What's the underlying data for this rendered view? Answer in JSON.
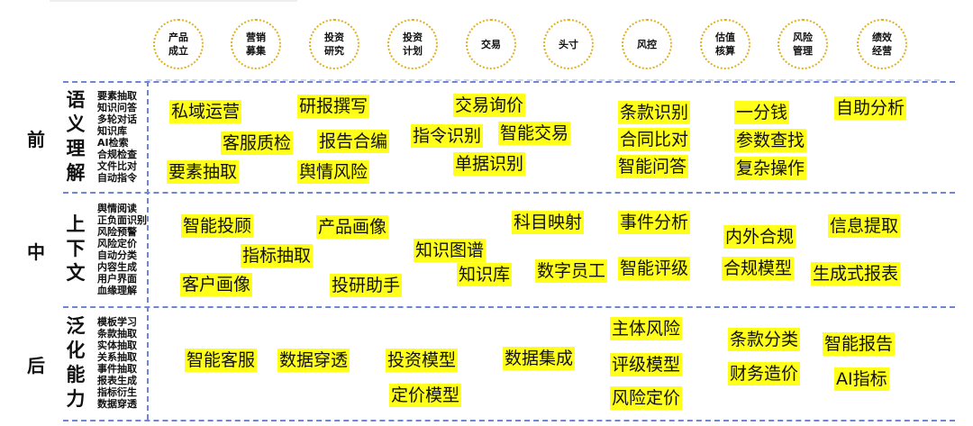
{
  "processes": [
    "产品\n成立",
    "营销\n募集",
    "投资\n研究",
    "投资\n计划",
    "交易",
    "头寸",
    "风控",
    "估值\n核算",
    "风险\n管理",
    "绩效\n经营"
  ],
  "rows": [
    {
      "stage": "前",
      "category": "语义理解",
      "subs": [
        "要素抽取",
        "知识问答",
        "多轮对话",
        "知识库",
        "AI检索",
        "合规检查",
        "文件比对",
        "自动指令"
      ],
      "tags": [
        "私域运营",
        "研报撰写",
        "交易询价",
        "条款识别",
        "一分钱",
        "自助分析",
        "客服质检",
        "报告合编",
        "指令识别",
        "智能交易",
        "合同比对",
        "参数查找",
        "要素抽取",
        "舆情风险",
        "单据识别",
        "智能问答",
        "复杂操作"
      ]
    },
    {
      "stage": "中",
      "category": "上下文",
      "subs": [
        "舆情阅读",
        "正负面识别",
        "风险预警",
        "风险定价",
        "自动分类",
        "内容生成",
        "用户界面",
        "血缘理解"
      ],
      "tags": [
        "智能投顾",
        "产品画像",
        "科目映射",
        "事件分析",
        "内外合规",
        "信息提取",
        "指标抽取",
        "知识图谱",
        "客户画像",
        "知识库",
        "数字员工",
        "智能评级",
        "合规模型",
        "生成式报表",
        "投研助手"
      ]
    },
    {
      "stage": "后",
      "category": "泛化能力",
      "subs": [
        "模板学习",
        "条款抽取",
        "实体抽取",
        "关系抽取",
        "事件抽取",
        "报表生成",
        "指标衍生",
        "数据穿透"
      ],
      "tags": [
        "主体风险",
        "条款分类",
        "智能报告",
        "智能客服",
        "数据穿透",
        "投资模型",
        "数据集成",
        "评级模型",
        "财务造价",
        "AI指标",
        "定价模型",
        "风险定价"
      ]
    }
  ]
}
